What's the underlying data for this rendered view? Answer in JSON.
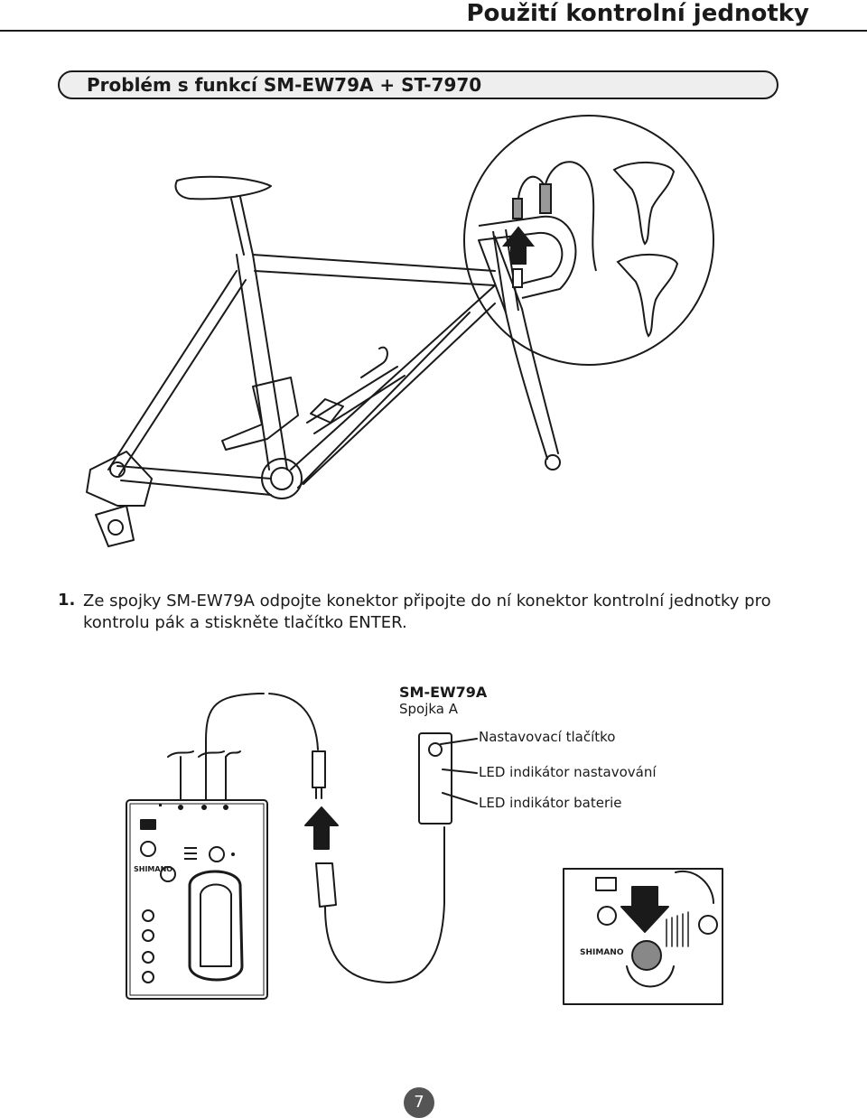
{
  "header": {
    "title": "Použití kontrolní jednotky"
  },
  "section": {
    "title": "Problém s funkcí SM-EW79A + ST-7970"
  },
  "step": {
    "number": "1.",
    "text": "Ze spojky SM-EW79A odpojte konektor připojte do ní konektor kontrolní jednotky pro kontrolu pák a stiskněte tlačítko ENTER."
  },
  "junction": {
    "model": "SM-EW79A",
    "name": "Spojka A",
    "labels": {
      "adjust_button": "Nastavovací tlačítko",
      "led_adjust": "LED indikátor nastavování",
      "led_battery": "LED indikátor baterie"
    }
  },
  "brand": {
    "logo_text": "SHIMANO"
  },
  "page": {
    "number": "7"
  },
  "colors": {
    "page_bg": "#ffffff",
    "ink": "#1a1a1a",
    "badge": "#555555",
    "bar_fill": "#eeeeee"
  }
}
